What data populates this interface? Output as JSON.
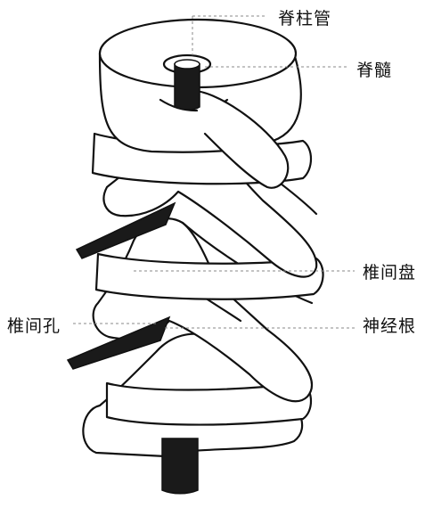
{
  "labels": {
    "spinal_canal": "脊柱管",
    "spinal_cord": "脊髓",
    "intervertebral_disc": "椎间盘",
    "intervertebral_foramen": "椎间孔",
    "nerve_root": "神经根"
  },
  "colors": {
    "ink": "#111111",
    "bone": "#ffffff",
    "nerve": "#1a1a1a",
    "leader": "#888888"
  }
}
